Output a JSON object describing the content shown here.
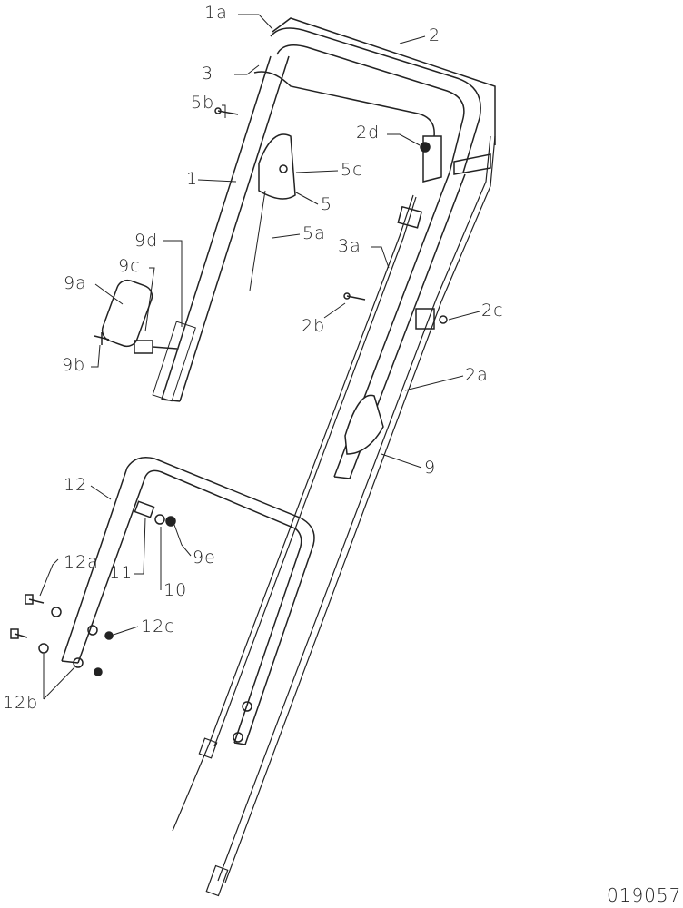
{
  "labels": {
    "l1a": "1a",
    "l2": "2",
    "l3": "3",
    "l5b": "5b",
    "l2d": "2d",
    "l1": "1",
    "l5c": "5c",
    "l5": "5",
    "l5a": "5a",
    "l9d": "9d",
    "l3a": "3a",
    "l9c": "9c",
    "l9a": "9a",
    "l2b": "2b",
    "l2c": "2c",
    "l9b": "9b",
    "l2a": "2a",
    "l9": "9",
    "l12": "12",
    "l9e": "9e",
    "l11": "11",
    "l10": "10",
    "l12a": "12a",
    "l12c": "12c",
    "l12b": "12b"
  },
  "drawing_code": "019057",
  "colors": {
    "line": "#222222",
    "background": "#ffffff"
  }
}
